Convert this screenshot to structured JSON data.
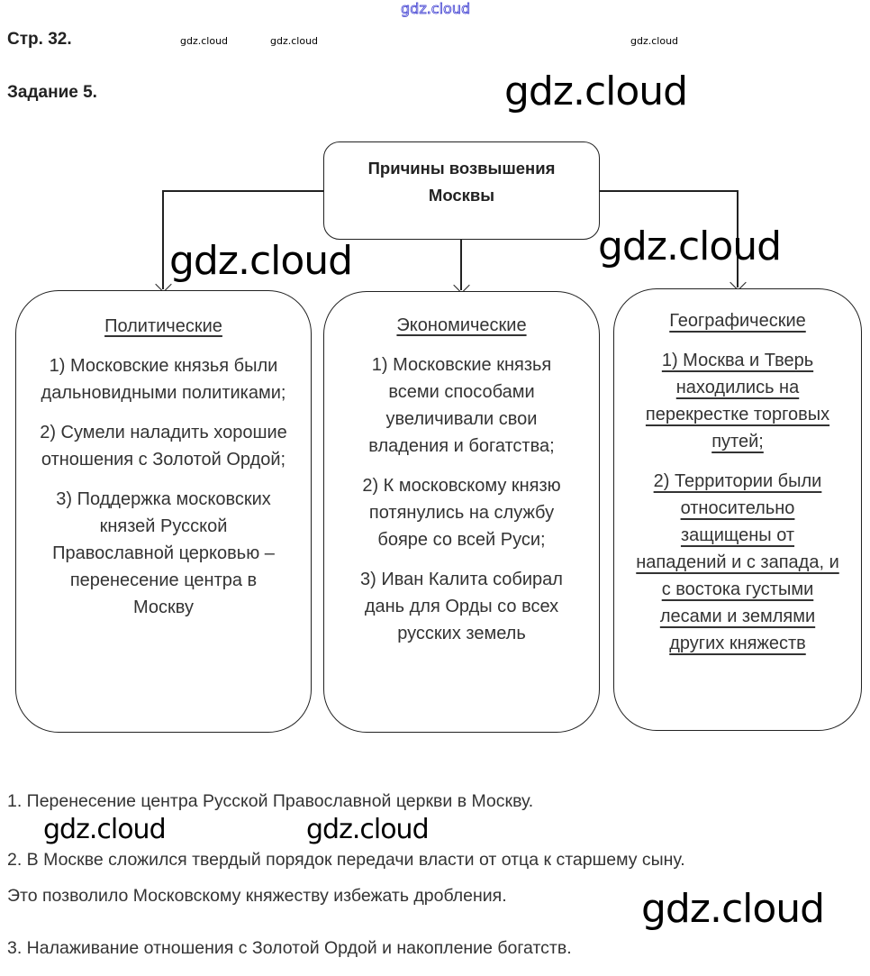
{
  "watermark": "gdz.cloud",
  "page_label": "Стр. 32.",
  "task_label": "Задание 5.",
  "diagram": {
    "root": [
      "Причины возвышения",
      "Москвы"
    ],
    "branches": [
      {
        "title": "Политические",
        "items": [
          "1) Московские князья были дальновидными политиками;",
          "2) Сумели наладить хорошие отношения с Золотой Ордой;",
          "3) Поддержка московских князей Русской Православной церковью – перенесение центра в Москву"
        ]
      },
      {
        "title": "Экономические",
        "items": [
          "1) Московские князья всеми способами увеличивали свои владения и богатства;",
          "2) К московскому князю потянулись на службу бояре со всей Руси;",
          "3) Иван Калита собирал дань для Орды со всех русских земель"
        ]
      },
      {
        "title": "Географические",
        "items": [
          "1) Москва и Тверь находились на перекрестке торговых путей;",
          "2) Территории были относительно защищены от нападений и с запада, и с востока густыми лесами и землями других княжеств"
        ]
      }
    ]
  },
  "answers": [
    "1. Перенесение центра Русской Православной церкви в Москву.",
    "2. В Москве сложился твердый порядок передачи власти от отца к старшему сыну.",
    "Это позволило Московскому княжеству избежать дробления.",
    "3. Налаживание отношения с Золотой Ордой и накопление богатств."
  ]
}
